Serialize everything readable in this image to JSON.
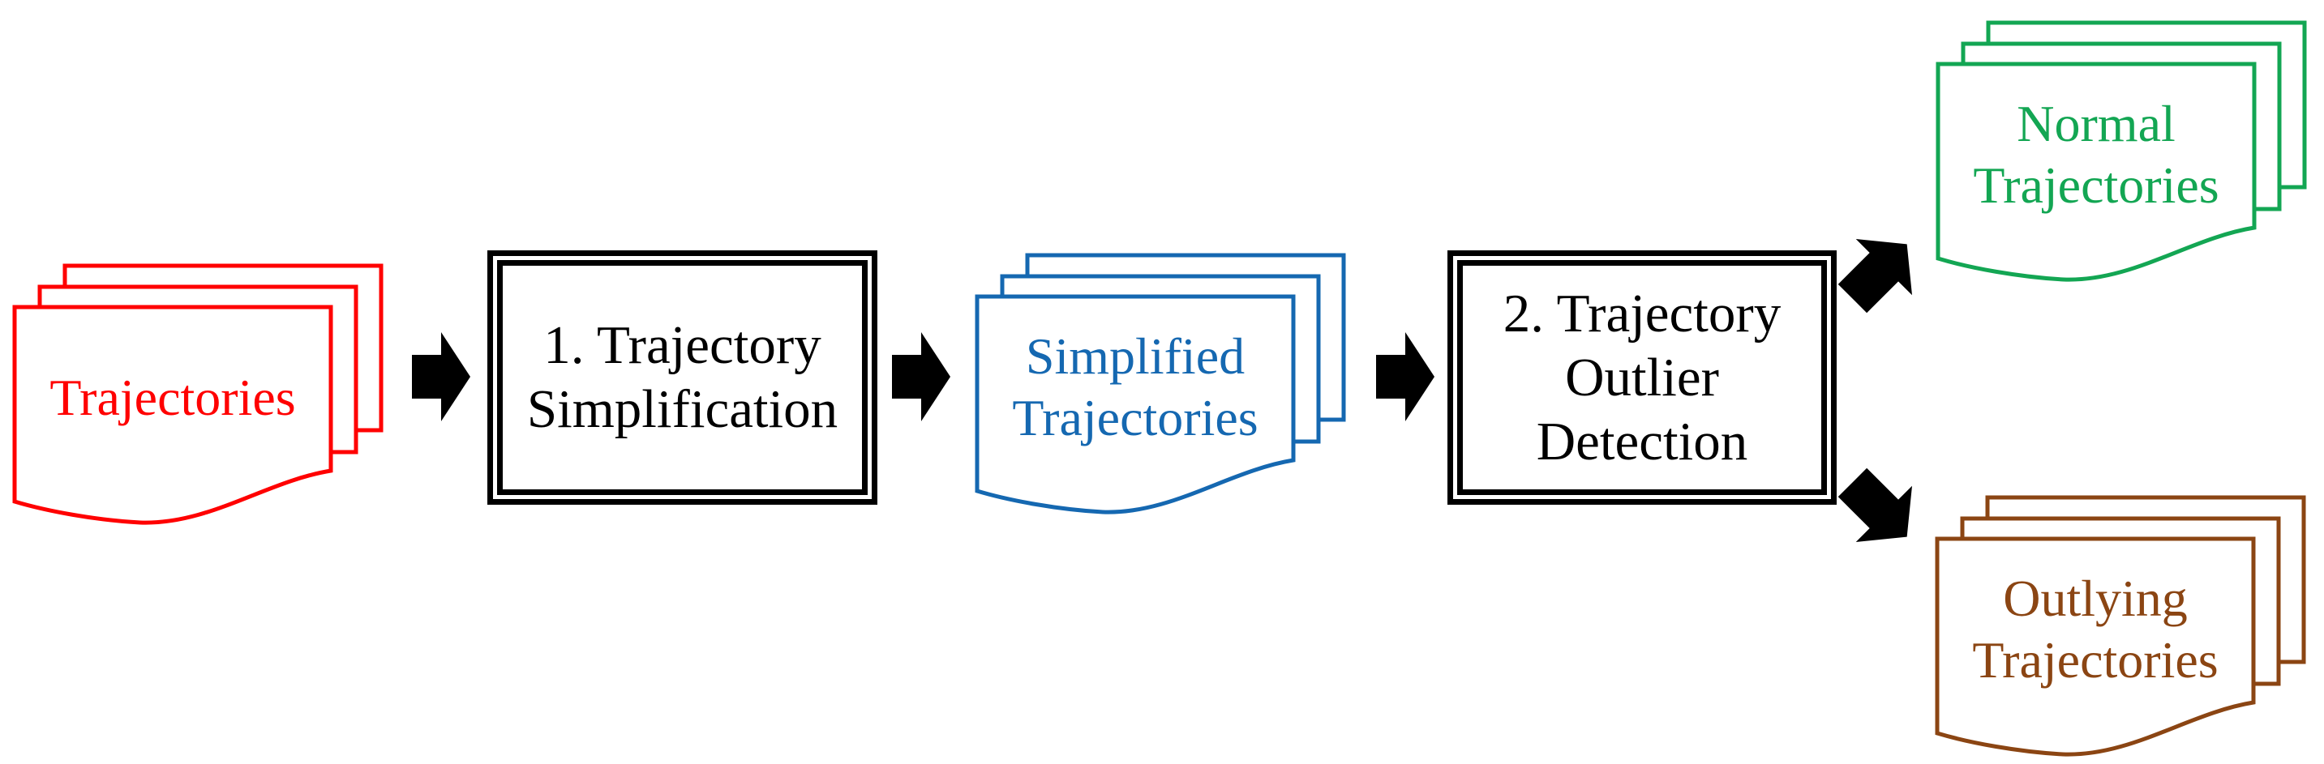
{
  "diagram": {
    "background_color": "#FFFFFF",
    "arrow_color": "#000000",
    "box_border_color": "#000000",
    "box_text_color": "#000000",
    "nodes": {
      "input_stack": {
        "type": "document-stack",
        "label": "Trajectories",
        "color": "#FF0000"
      },
      "step1_box": {
        "type": "process-box",
        "label": "1. Trajectory\nSimplification"
      },
      "simplified_stack": {
        "type": "document-stack",
        "label": "Simplified\nTrajectories",
        "color": "#1568B1"
      },
      "step2_box": {
        "type": "process-box",
        "label": "2. Trajectory\nOutlier\nDetection"
      },
      "normal_stack": {
        "type": "document-stack",
        "label": "Normal\nTrajectories",
        "color": "#13A653"
      },
      "outlying_stack": {
        "type": "document-stack",
        "label": "Outlying\nTrajectories",
        "color": "#8B4513"
      }
    },
    "arrows": [
      {
        "from": "input_stack",
        "to": "step1_box",
        "direction": "right"
      },
      {
        "from": "step1_box",
        "to": "simplified_stack",
        "direction": "right"
      },
      {
        "from": "simplified_stack",
        "to": "step2_box",
        "direction": "right"
      },
      {
        "from": "step2_box",
        "to": "normal_stack",
        "direction": "up-right"
      },
      {
        "from": "step2_box",
        "to": "outlying_stack",
        "direction": "down-right"
      }
    ]
  }
}
